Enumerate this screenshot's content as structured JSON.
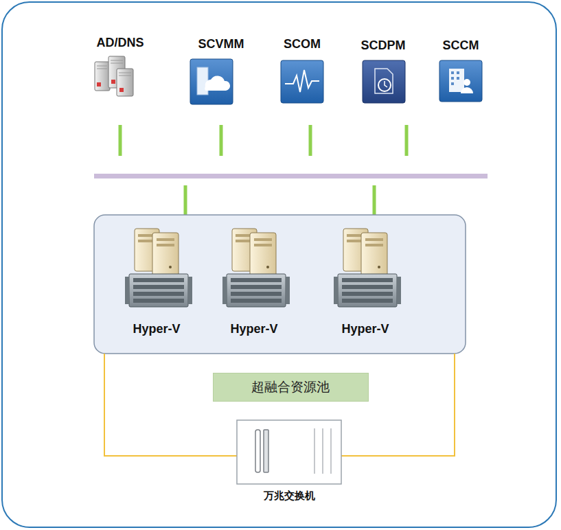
{
  "diagram": {
    "nodes": [
      {
        "text": [
          "AD/DNS"
        ]
      },
      {
        "text": [
          "SCVMM"
        ]
      },
      {
        "text": [
          "SCOM"
        ]
      },
      {
        "text": [
          "SCDPM"
        ]
      },
      {
        "text": [
          "SCCM"
        ]
      },
      {
        "text": [
          "Hyper-V"
        ]
      },
      {
        "text": [
          "Hyper-V"
        ]
      },
      {
        "text": [
          "Hyper-V"
        ]
      },
      {
        "text": [
          "超融合资源池"
        ]
      },
      {
        "text": [
          "万兆交换机"
        ]
      }
    ]
  }
}
